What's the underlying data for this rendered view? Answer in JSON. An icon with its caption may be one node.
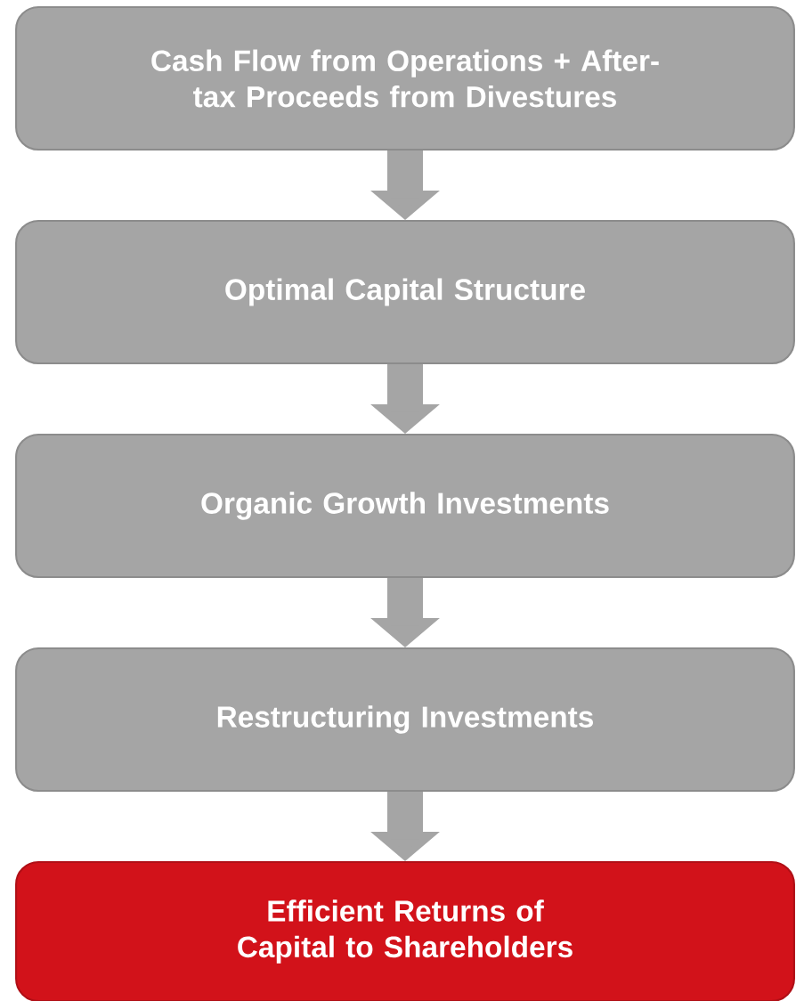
{
  "diagram": {
    "nodes": [
      {
        "text": [
          "Cash Flow from Operations + After-tax Proceeds from Divestures"
        ]
      },
      {
        "text": [
          "Optimal Capital Structure"
        ]
      },
      {
        "text": [
          "Organic Growth Investments"
        ]
      },
      {
        "text": [
          "Restructuring Investments"
        ]
      },
      {
        "text": [
          "Efficient Returns of Capital to Shareholders"
        ]
      }
    ],
    "edges": [
      {
        "from": 0,
        "to": 1,
        "arrow": "to"
      },
      {
        "from": 1,
        "to": 2,
        "arrow": "to"
      },
      {
        "from": 2,
        "to": 3,
        "arrow": "to"
      },
      {
        "from": 3,
        "to": 4,
        "arrow": "to"
      }
    ]
  }
}
